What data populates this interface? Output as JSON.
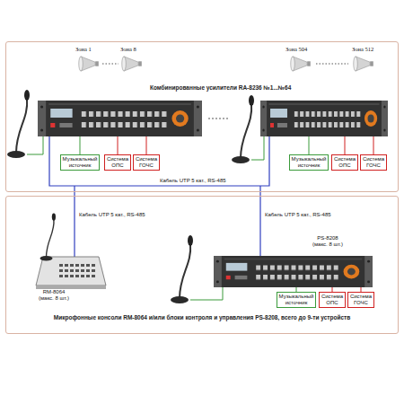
{
  "diagram": {
    "nodes": [
      {
        "text": [
          "Комбинированные усилители RA-8236 №1...№64"
        ]
      },
      {
        "text": [
          "Музыкальный источник"
        ],
        "in": 0
      },
      {
        "text": [
          "Система ОПС"
        ],
        "in": 0
      },
      {
        "text": [
          "Система ГОЧС"
        ],
        "in": 0
      },
      {
        "text": [
          "Музыкальный источник"
        ],
        "in": 0
      },
      {
        "text": [
          "Система ОПС"
        ],
        "in": 0
      },
      {
        "text": [
          "Система ГОЧС"
        ],
        "in": 0
      },
      {
        "text": [
          "Микрофонные консоли RM-8064 и/или блоки контроля и управления PS-8208, всего до 9-ти устройств"
        ]
      },
      {
        "text": [
          "Музыкальный источник"
        ],
        "in": 7
      },
      {
        "text": [
          "Система ОПС"
        ],
        "in": 7
      },
      {
        "text": [
          "Система ГОЧС"
        ],
        "in": 7
      }
    ],
    "labels": [
      "Зона 1",
      "Зона 8",
      "Зона 504",
      "Зона 512",
      "Кабель UTP 5 кат., RS-485",
      "Кабель UTP 5 кат., RS-485",
      "Кабель UTP 5 кат., RS-485",
      "RM-8064 (макс. 8 шт.)",
      "PS-8208 (макс. 8 шт.)"
    ]
  }
}
